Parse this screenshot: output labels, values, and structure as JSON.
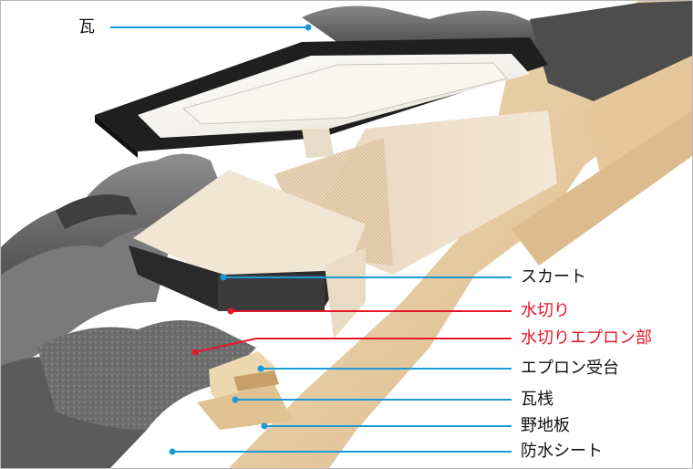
{
  "colors": {
    "leader_blue": "#1a9ad6",
    "leader_red": "#e5172b",
    "label_black": "#111111",
    "label_red": "#e5172b"
  },
  "labels": {
    "kawara": "瓦",
    "skirt": "スカート",
    "mizukiri": "水切り",
    "mizukiri_apron": "水切りエプロン部",
    "apron_support": "エプロン受台",
    "kawarazan": "瓦桟",
    "nojiita": "野地板",
    "bousui_sheet": "防水シート"
  }
}
